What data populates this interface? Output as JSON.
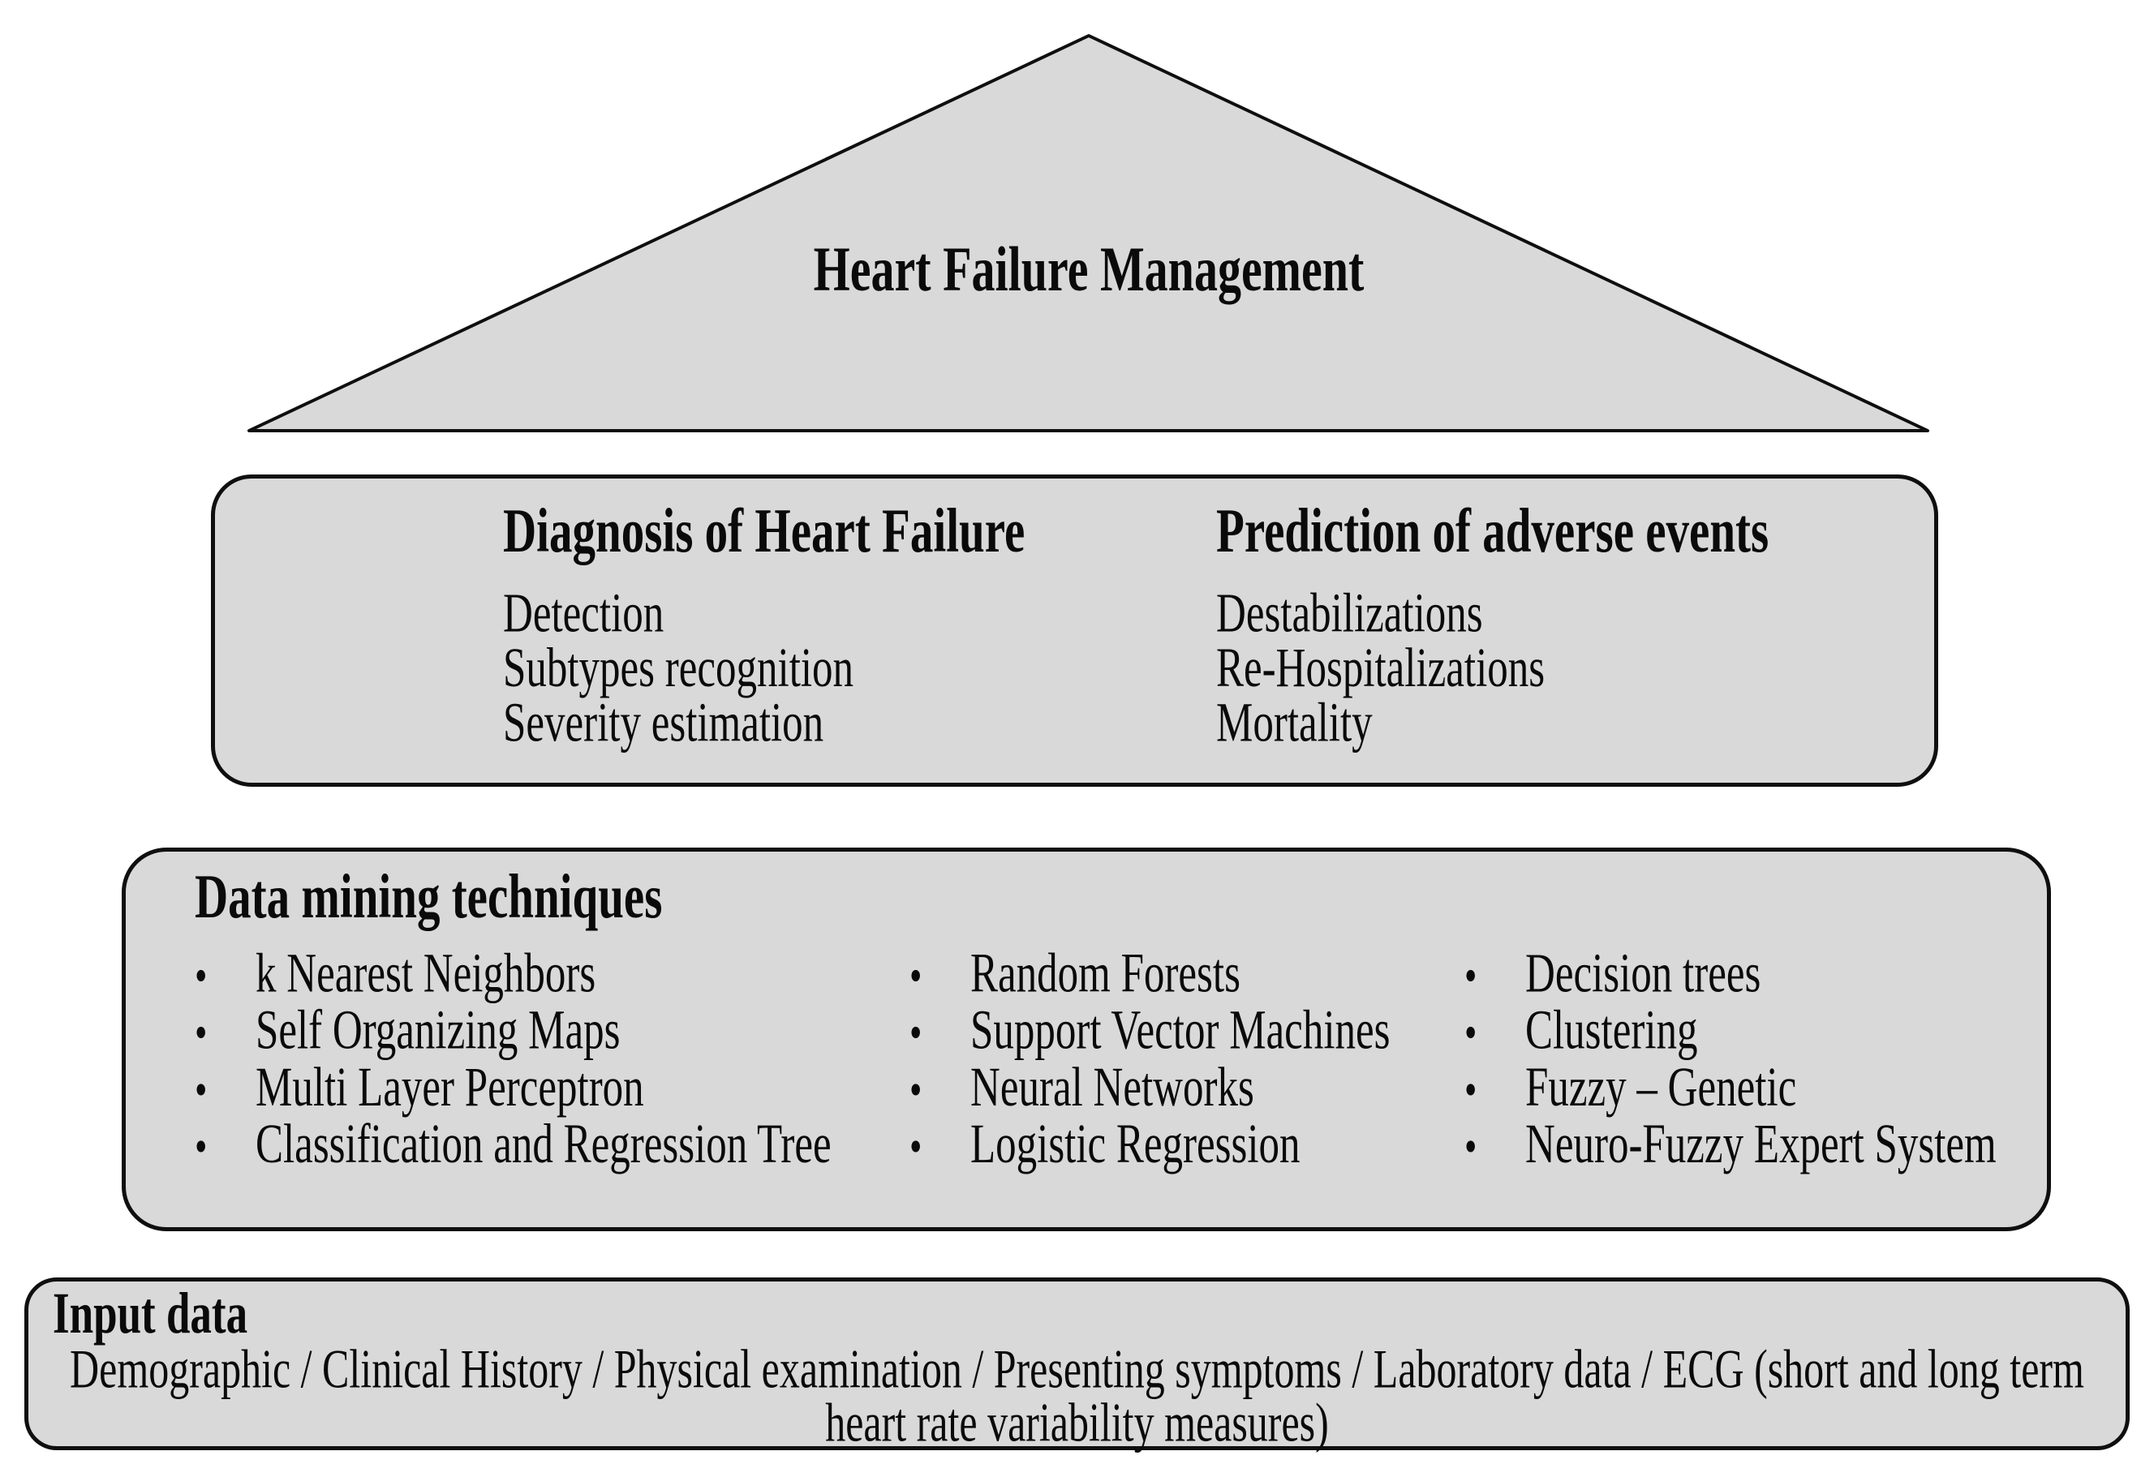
{
  "pyramid": {
    "title": "Heart Failure Management"
  },
  "goals": {
    "left": {
      "heading": "Diagnosis of Heart Failure",
      "items": [
        "Detection",
        "Subtypes recognition",
        "Severity estimation"
      ]
    },
    "right": {
      "heading": "Prediction of adverse events",
      "items": [
        "Destabilizations",
        "Re-Hospitalizations",
        "Mortality"
      ]
    }
  },
  "techniques": {
    "heading": "Data mining techniques",
    "bullet_glyph": "•",
    "columns": [
      [
        "k Nearest Neighbors",
        "Self Organizing Maps",
        "Multi Layer Perceptron",
        "Classification and Regression Tree"
      ],
      [
        "Random Forests",
        "Support Vector Machines",
        "Neural Networks",
        "Logistic Regression"
      ],
      [
        "Decision trees",
        "Clustering",
        "Fuzzy – Genetic",
        "Neuro-Fuzzy Expert System"
      ]
    ]
  },
  "input_data": {
    "heading": "Input data",
    "text": "Demographic / Clinical History / Physical examination / Presenting symptoms / Laboratory data / ECG (short and long term heart rate variability measures)"
  },
  "colors": {
    "background": "#ffffff",
    "box_fill": "#d9d9d9",
    "outline": "#0f0f0f",
    "text": "#0a0a0a"
  }
}
